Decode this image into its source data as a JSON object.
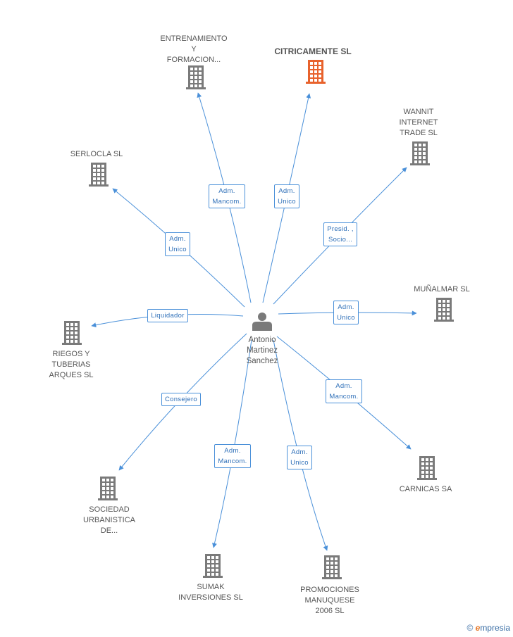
{
  "center": {
    "label": "Antonio\nMartinez\nSanchez"
  },
  "nodes": [
    {
      "id": "entrenamiento",
      "label": "ENTRENAMIENTO\nY\nFORMACION..."
    },
    {
      "id": "citricamente",
      "label": "CITRICAMENTE SL",
      "highlight": true
    },
    {
      "id": "wannit",
      "label": "WANNIT\nINTERNET\nTRADE SL"
    },
    {
      "id": "serlocla",
      "label": "SERLOCLA SL"
    },
    {
      "id": "munalmar",
      "label": "MUÑALMAR SL"
    },
    {
      "id": "riegos",
      "label": "RIEGOS Y\nTUBERIAS\nARQUES SL"
    },
    {
      "id": "carnicas",
      "label": "CARNICAS SA"
    },
    {
      "id": "sociedad",
      "label": "SOCIEDAD\nURBANISTICA\nDE..."
    },
    {
      "id": "sumak",
      "label": "SUMAK\nINVERSIONES SL"
    },
    {
      "id": "promociones",
      "label": "PROMOCIONES\nMANUQUESE\n2006 SL"
    }
  ],
  "relations": [
    {
      "to": "entrenamiento",
      "label": "Adm.\nMancom."
    },
    {
      "to": "citricamente",
      "label": "Adm.\nUnico"
    },
    {
      "to": "wannit",
      "label": "Presid. ,\nSocio..."
    },
    {
      "to": "serlocla",
      "label": "Adm.\nUnico"
    },
    {
      "to": "munalmar",
      "label": "Adm.\nUnico"
    },
    {
      "to": "riegos",
      "label": "Liquidador"
    },
    {
      "to": "carnicas",
      "label": "Adm.\nMancom."
    },
    {
      "to": "sociedad",
      "label": "Consejero"
    },
    {
      "to": "sumak",
      "label": "Adm.\nMancom."
    },
    {
      "to": "promociones",
      "label": "Adm.\nUnico"
    }
  ],
  "colors": {
    "edge": "#4a90d9",
    "building": "#7a7a7a",
    "building_highlight": "#e8622c",
    "person": "#7a7a7a"
  },
  "footer": {
    "copyright": "©",
    "brand_e": "e",
    "brand_rest": "mpresia"
  }
}
